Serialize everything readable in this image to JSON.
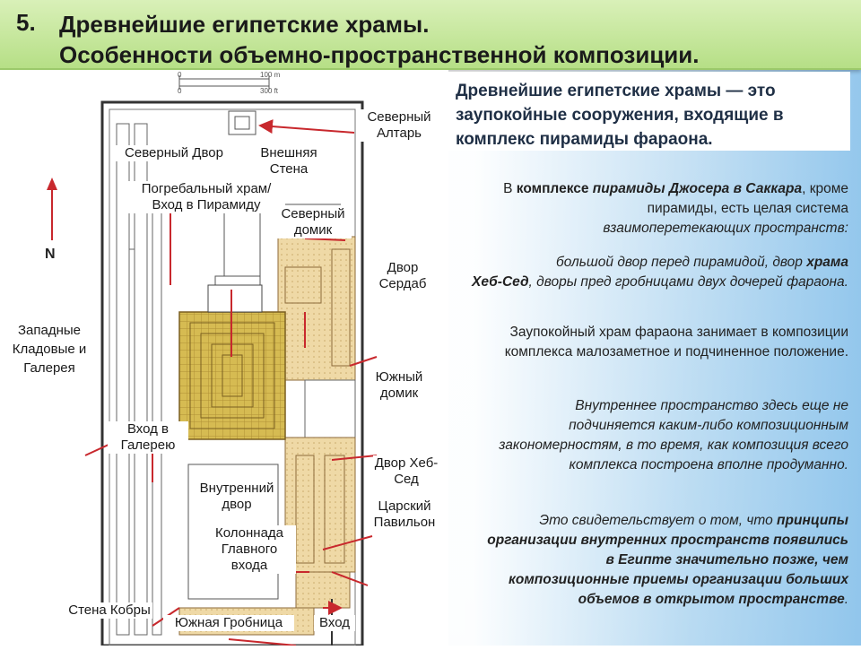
{
  "header": {
    "number": "5.",
    "title_line1": "Древнейшие египетские храмы.",
    "title_line2": "Особенности объемно-пространственной композиции."
  },
  "lead": {
    "text": "Древнейшие египетские храмы — это заупокойные сооружения, входящие в комплекс пирамиды фараона."
  },
  "paragraphs": {
    "p1_a": "В ",
    "p1_b": "комплексе ",
    "p1_c": "пирамиды Джосера в Саккара",
    "p1_d": ", кроме пирамиды, есть целая система",
    "p1_e": "взаимоперетекающих пространств:",
    "p2_a": "большой двор перед пирамидой, двор ",
    "p2_b": "храма",
    "p2_c": "Хеб-Сед",
    "p2_d": ", дворы пред гробницами двух дочерей фараона.",
    "p3": "Заупокойный храм фараона занимает в композиции комплекса малозаметное и подчиненное положение.",
    "p4": "Внутреннее пространство здесь еще не подчиняется каким-либо композиционным закономерностям, в то время, как композиция всего комплекса построена вполне продуманно.",
    "p5_a": "Это свидетельствует о том, что ",
    "p5_b": "принципы организации внутренних пространств появились в Египте значительно позже",
    "p5_c": ", чем композиционные приемы организации больших объемов в открытом пространстве",
    "p5_d": "."
  },
  "plan": {
    "scale_100": "100 m",
    "scale_300": "300 ft",
    "scale_0a": "0",
    "scale_0b": "0",
    "north": "N",
    "labels": {
      "north_altar": "Северный Алтарь",
      "north_court": "Северный Двор",
      "outer_wall": "Внешняя Стена",
      "funerary_temple": "Погребальный храм/ Вход в Пирамиду",
      "north_house": "Северный домик",
      "serdab_court": "Двор Сердаб",
      "west_storage": "Западные Кладовые и Галерея",
      "south_house": "Южный домик",
      "gallery_entrance": "Вход в Галерею",
      "heb_sed_court": "Двор Хеб-Сед",
      "inner_court": "Внутренний двор",
      "royal_pavilion": "Царский Павильон",
      "colonnade": "Колоннада Главного входа",
      "cobra_wall": "Стена Кобры",
      "south_tomb": "Южная Гробница",
      "entrance": "Вход"
    }
  },
  "colors": {
    "header_bg": "#c6e79d",
    "pyramid": "#d4b84a",
    "sand": "#eed9a8",
    "arrow": "#c8282d"
  }
}
